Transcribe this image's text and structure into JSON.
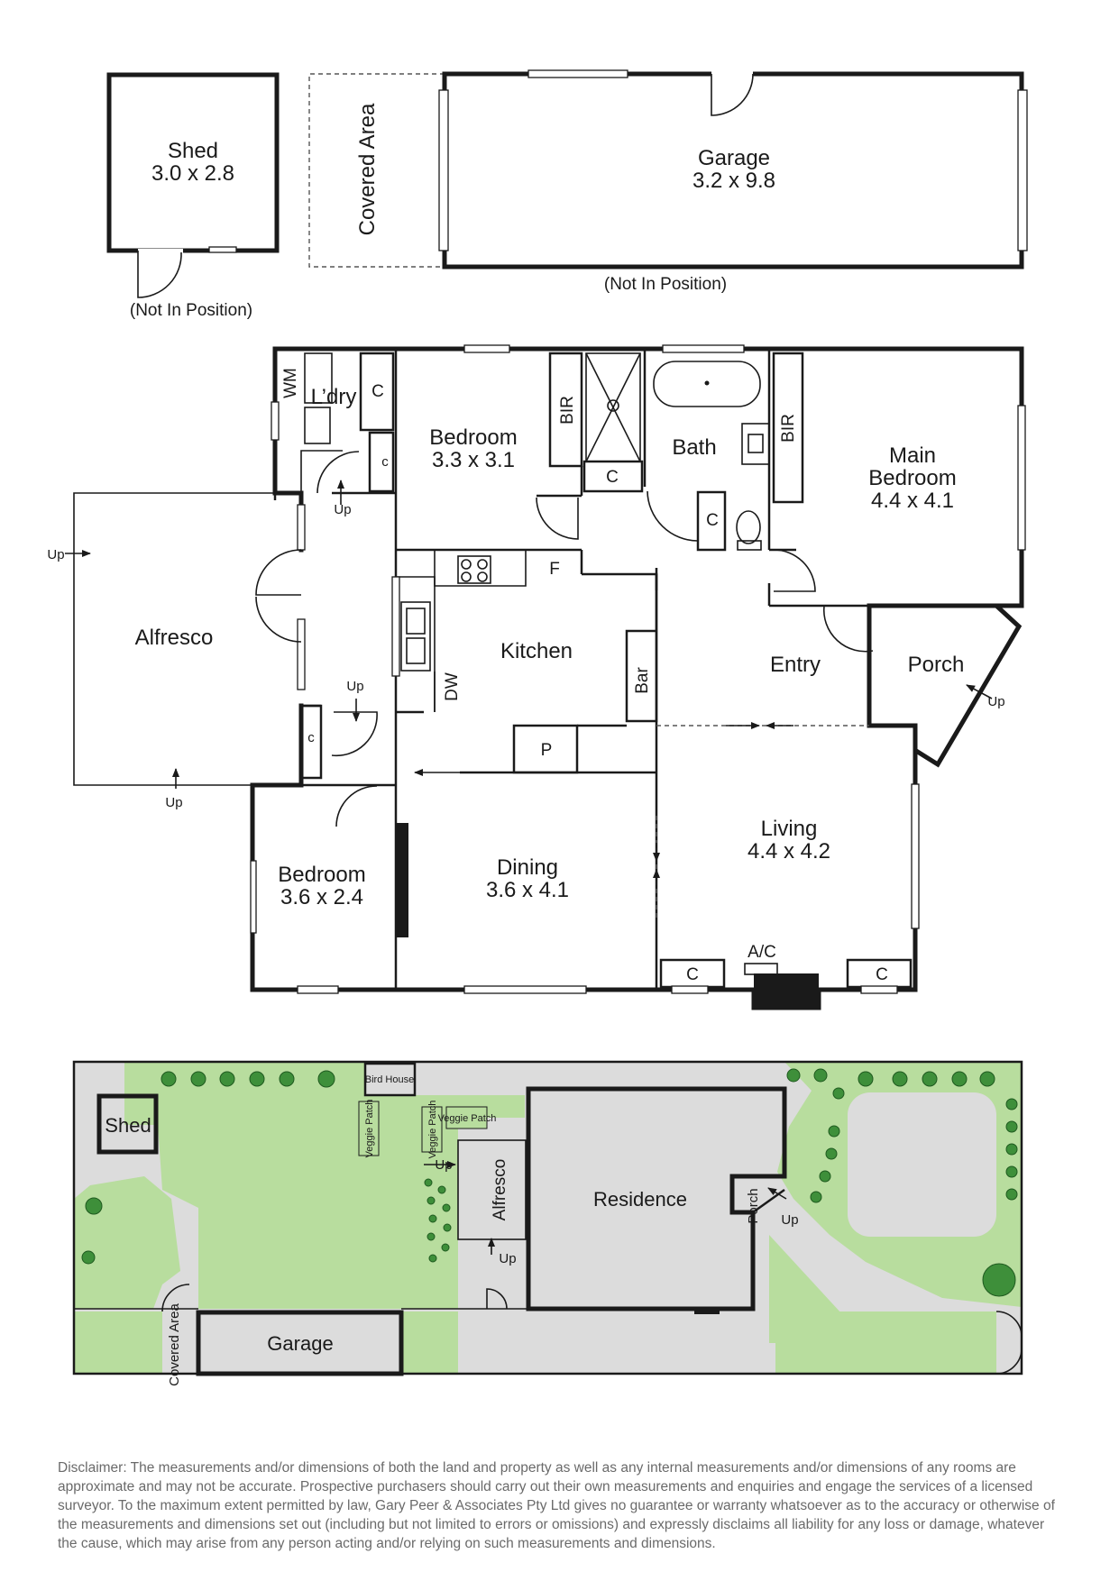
{
  "outbuildings": {
    "shed": {
      "name": "Shed",
      "dims": "3.0 x 2.8",
      "note": "(Not In Position)"
    },
    "covered_area": "Covered Area",
    "garage": {
      "name": "Garage",
      "dims": "3.2 x 9.8",
      "note": "(Not In Position)"
    }
  },
  "rooms": {
    "wm": "WM",
    "laundry": "L’dry",
    "cupboard": "C",
    "cupboard_small": "c",
    "bedroom_top": {
      "name": "Bedroom",
      "dims": "3.3 x 3.1"
    },
    "bir": "BIR",
    "bath": "Bath",
    "main_bedroom": {
      "name1": "Main",
      "name2": "Bedroom",
      "dims": "4.4 x 4.1"
    },
    "alfresco": "Alfresco",
    "up": "Up",
    "fridge": "F",
    "kitchen": "Kitchen",
    "dw": "DW",
    "bar": "Bar",
    "pantry": "P",
    "entry": "Entry",
    "porch": "Porch",
    "bedroom_bottom": {
      "name": "Bedroom",
      "dims": "3.6 x 2.4"
    },
    "dining": {
      "name": "Dining",
      "dims": "3.6 x 4.1"
    },
    "living": {
      "name": "Living",
      "dims": "4.4 x 4.2"
    },
    "ac": "A/C"
  },
  "site": {
    "shed": "Shed",
    "bird_house": "Bird House",
    "veggie_patch": "Veggie Patch",
    "alfresco": "Alfresco",
    "residence": "Residence",
    "porch": "Porch",
    "up": "Up",
    "garage": "Garage",
    "covered_area": "Covered Area"
  },
  "disclaimer": "Disclaimer: The measurements and/or dimensions of both the land and property as well as any internal measurements and/or dimensions of any rooms are approximate and may not be accurate. Prospective purchasers should carry out their own measurements and enquiries and engage the services of a licensed surveyor. To the maximum extent permitted by law, Gary Peer & Associates Pty Ltd gives no guarantee or warranty whatsoever as to the accuracy or otherwise of the measurements and dimensions set out (including but not limited to errors or omissions) and expressly disclaims all liability for any loss or damage, whatever the cause, which may arise from any person acting and/or relying on such measurements and dimensions.",
  "colors": {
    "wall": "#1a1a1a",
    "lawn": "#b8dd9e",
    "paving": "#dcdcdc",
    "tree": "#3e8f3a",
    "disclaimer": "#6a6a6a"
  }
}
